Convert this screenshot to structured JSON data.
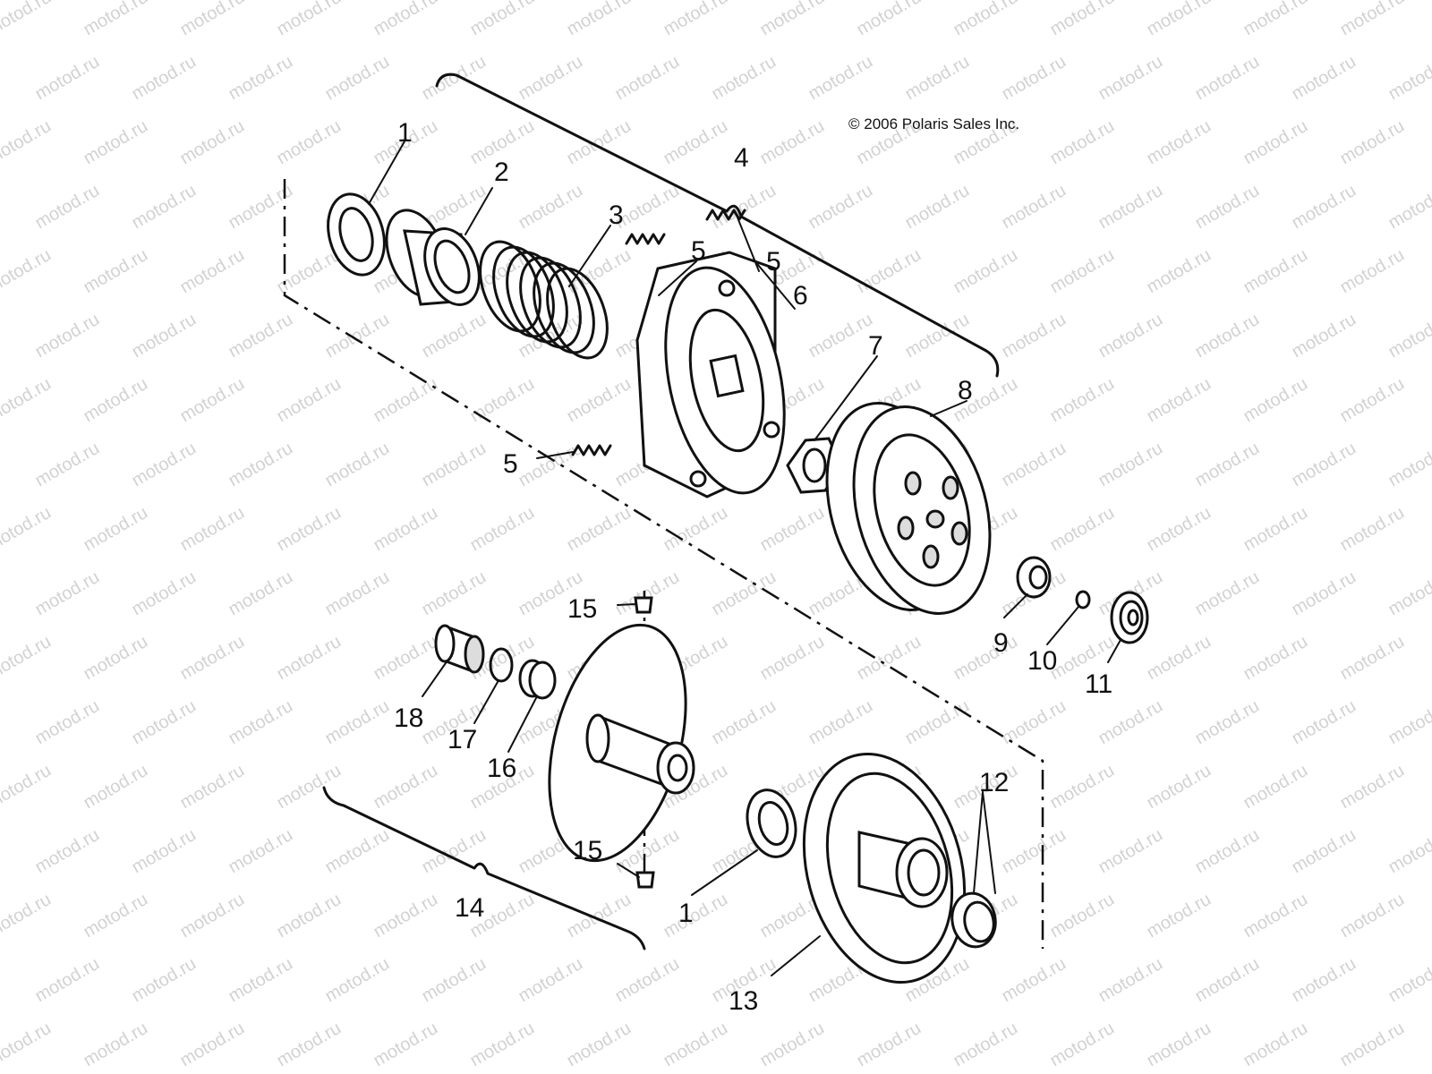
{
  "copyright": "© 2006 Polaris Sales Inc.",
  "watermark": "motod.ru",
  "callouts": {
    "c1a": "1",
    "c2": "2",
    "c3": "3",
    "c4": "4",
    "c5a": "5",
    "c5b": "5",
    "c5c": "5",
    "c6": "6",
    "c7": "7",
    "c8": "8",
    "c9": "9",
    "c10": "10",
    "c11": "11",
    "c12": "12",
    "c13": "13",
    "c14": "14",
    "c15a": "15",
    "c15b": "15",
    "c16": "16",
    "c17": "17",
    "c18": "18",
    "c1b": "1"
  }
}
